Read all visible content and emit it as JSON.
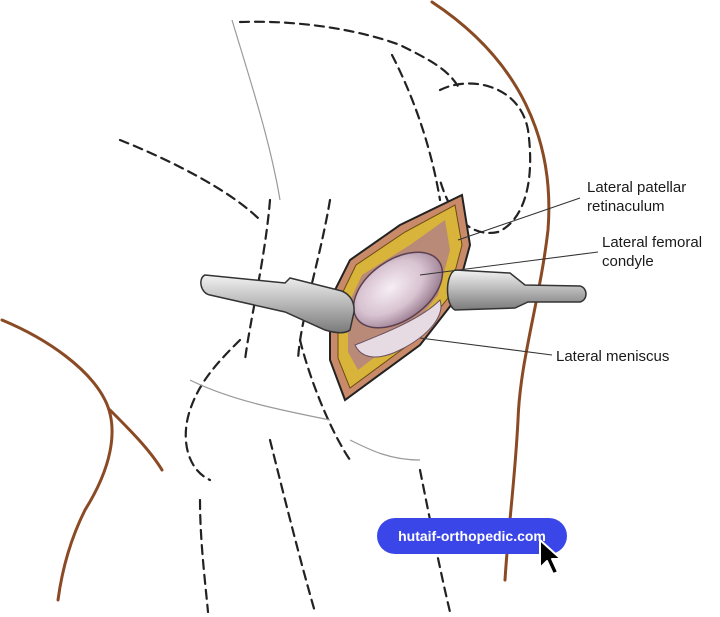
{
  "labels": {
    "retinaculum": "Lateral patellar\nretinaculum",
    "condyle": "Lateral femoral\ncondyle",
    "meniscus": "Lateral meniscus"
  },
  "watermark": {
    "text": "hutaif-orthopedic.com"
  },
  "colors": {
    "skin_outline": "#8a4a24",
    "outline": "#222222",
    "fat": "#d9b43a",
    "tissue": "#c98a6a",
    "condyle": "#d9c8d4",
    "retractor": "#b8b8b8",
    "badge": "#3b46e8"
  },
  "icons": {
    "cursor": "mouse-pointer-icon"
  }
}
